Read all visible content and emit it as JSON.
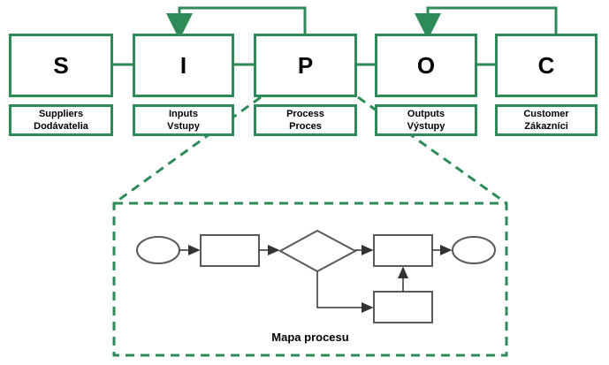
{
  "sipoc": [
    {
      "letter": "S",
      "line1": "Suppliers",
      "line2": "Dodávatelia"
    },
    {
      "letter": "I",
      "line1": "Inputs",
      "line2": "Vstupy"
    },
    {
      "letter": "P",
      "line1": "Process",
      "line2": "Proces"
    },
    {
      "letter": "O",
      "line1": "Outputs",
      "line2": "Výstupy"
    },
    {
      "letter": "C",
      "line1": "Customer",
      "line2": "Zákazníci"
    }
  ],
  "process_map": {
    "caption": "Mapa procesu"
  },
  "colors": {
    "accent_green": "#2e8b57",
    "flow_gray": "#5a5a5a"
  }
}
